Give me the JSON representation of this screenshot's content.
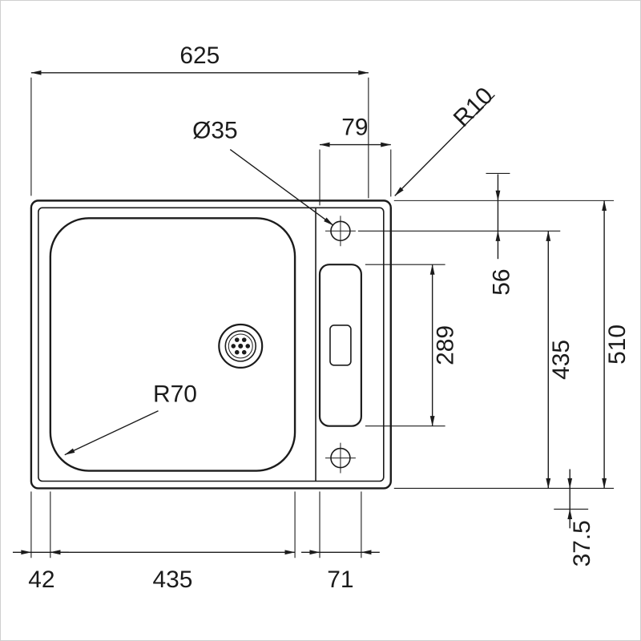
{
  "figure": {
    "type": "technical-drawing",
    "subject": "sink top-view dimensional drawing",
    "ink_color": "#1b1b1b",
    "background_color": "#ffffff"
  },
  "labels": {
    "overall_width": "625",
    "tap_ledge_width": "79",
    "outer_corner_radius": "R10",
    "tap_hole_diameter": "Ø35",
    "tap_hole_offset_top": "56",
    "accessory_cutout_length": "289",
    "right_inner_span": "435",
    "overall_depth": "510",
    "bottom_margin": "37.5",
    "left_margin": "42",
    "bowl_width": "435",
    "tap_ledge_cutout_width": "71",
    "bowl_corner_radius": "R70"
  }
}
